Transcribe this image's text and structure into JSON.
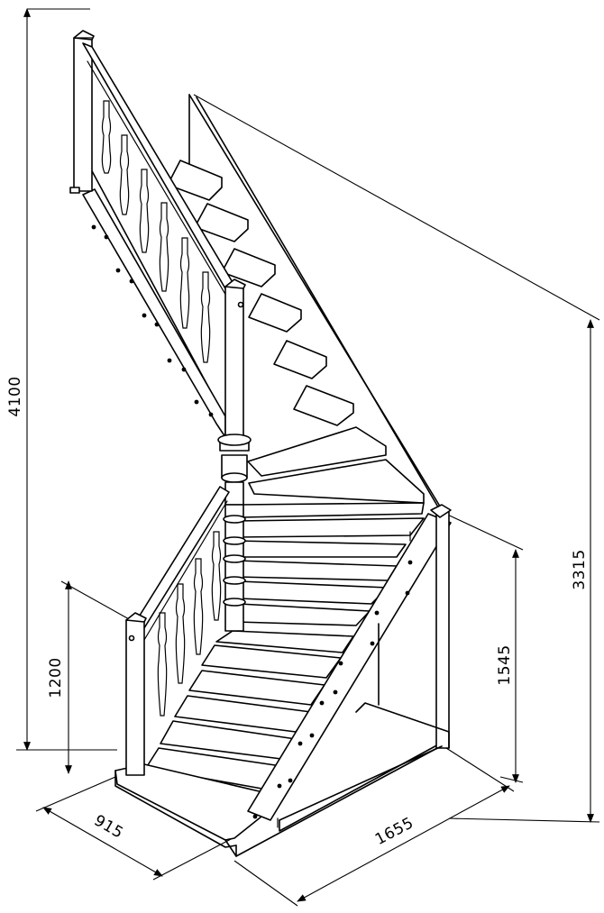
{
  "dimensions": {
    "total_height": "4100",
    "floor_height": "3315",
    "landing_height": "1545",
    "railing_height": "1200",
    "width": "915",
    "length": "1655"
  }
}
